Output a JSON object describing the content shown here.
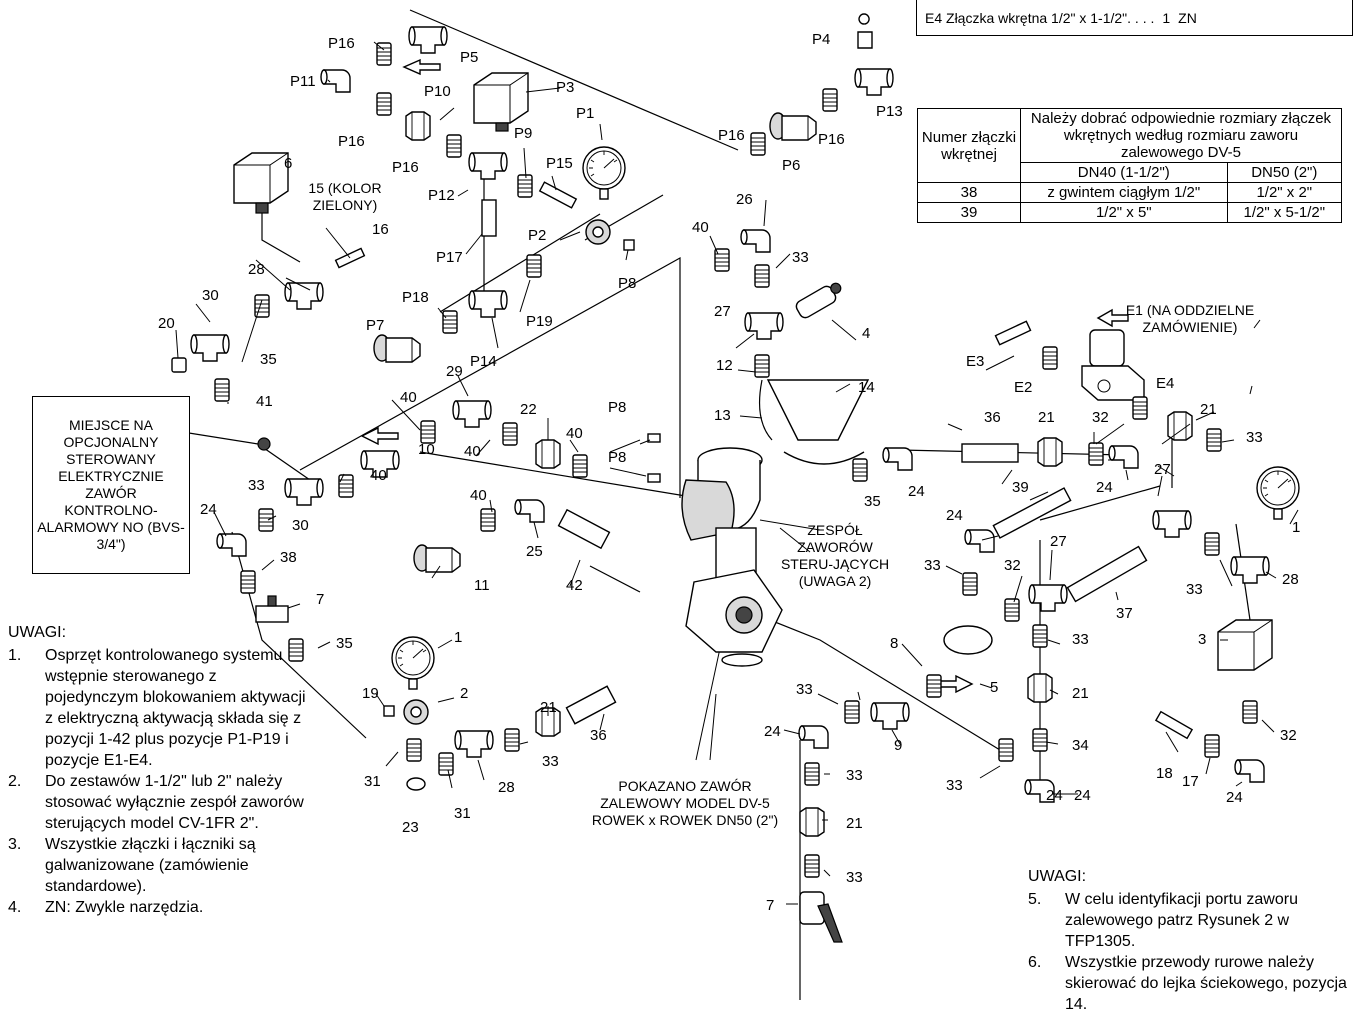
{
  "e4_row": {
    "code": "E4",
    "desc": "Złączka wkrętna 1/2\" x 1-1/2\". . . .",
    "qty": "1",
    "unit": "ZN"
  },
  "size_table": {
    "header_col": "Numer złączki wkrętnej",
    "header_span": "Należy dobrać odpowiednie rozmiary złączek wkrętnych  według rozmiaru zaworu zalewowego DV-5",
    "dn40": "DN40 (1-1/2\")",
    "dn50": "DN50 (2\")",
    "rows": [
      {
        "num": "38",
        "dn40": "z gwintem ciągłym 1/2\"",
        "dn50": "1/2\" x 2\""
      },
      {
        "num": "39",
        "dn40": "1/2\" x 5\"",
        "dn50": "1/2\" x 5-1/2\""
      }
    ]
  },
  "valve_box": "MIEJSCE NA OPCJONALNY STEROWANY ELEKTRYCZNIE ZAWÓR KONTROLNO-ALARMOWY NO (BVS-3/4\")",
  "captions": {
    "zespol": "ZESPÓŁ ZAWORÓW STERU-JĄCYCH (UWAGA 2)",
    "pokazano": "POKAZANO ZAWÓR ZALEWOWY MODEL DV-5 ROWEK x ROWEK DN50 (2\")",
    "e1": "E1 (NA ODDZIELNE ZAMÓWIENIE)",
    "kolor": "15 (KOLOR ZIELONY)"
  },
  "notes_left": {
    "title": "UWAGI:",
    "items": [
      {
        "num": "1.",
        "text": "Osprzęt kontrolowanego systemu wstępnie sterowanego z pojedynczym blokowaniem aktywacji z elektryczną aktywacją składa się z pozycji 1-42 plus pozycje P1-P19 i pozycje E1-E4."
      },
      {
        "num": "2.",
        "text": "Do zestawów 1-1/2\" lub 2\" należy stosować wyłącznie zespół zaworów sterujących model CV-1FR 2\"."
      },
      {
        "num": "3.",
        "text": "Wszystkie złączki i łączniki są galwanizowane (zamówienie standardowe)."
      },
      {
        "num": "4.",
        "text": "ZN: Zwykle narzędzia."
      }
    ]
  },
  "notes_right": {
    "title": "UWAGI:",
    "items": [
      {
        "num": "5.",
        "text": "W celu identyfikacji portu zaworu zalewowego patrz Rysunek 2 w TFP1305."
      },
      {
        "num": "6.",
        "text": "Wszystkie przewody rurowe należy skierować do lejka ściekowego, pozycja 14."
      }
    ]
  },
  "labels": {
    "P1": "P1",
    "P2": "P2",
    "P3": "P3",
    "P4": "P4",
    "P5": "P5",
    "P6": "P6",
    "P7": "P7",
    "P8": "P8",
    "P9": "P9",
    "P10": "P10",
    "P11": "P11",
    "P12": "P12",
    "P13": "P13",
    "P14": "P14",
    "P15": "P15",
    "P16": "P16",
    "P17": "P17",
    "P18": "P18",
    "P19": "P19",
    "E2": "E2",
    "E3": "E3",
    "E4": "E4",
    "n1": "1",
    "n2": "2",
    "n3": "3",
    "n4": "4",
    "n5": "5",
    "n6": "6",
    "n7": "7",
    "n8": "8",
    "n9": "9",
    "n10": "10",
    "n11": "11",
    "n12": "12",
    "n13": "13",
    "n14": "14",
    "n16": "16",
    "n17": "17",
    "n18": "18",
    "n19": "19",
    "n20": "20",
    "n21": "21",
    "n22": "22",
    "n23": "23",
    "n24": "24",
    "n25": "25",
    "n26": "26",
    "n27": "27",
    "n28": "28",
    "n29": "29",
    "n30": "30",
    "n31": "31",
    "n32": "32",
    "n33": "33",
    "n34": "34",
    "n35": "35",
    "n36": "36",
    "n37": "37",
    "n38": "38",
    "n39": "39",
    "n40": "40",
    "n41": "41",
    "n42": "42"
  }
}
